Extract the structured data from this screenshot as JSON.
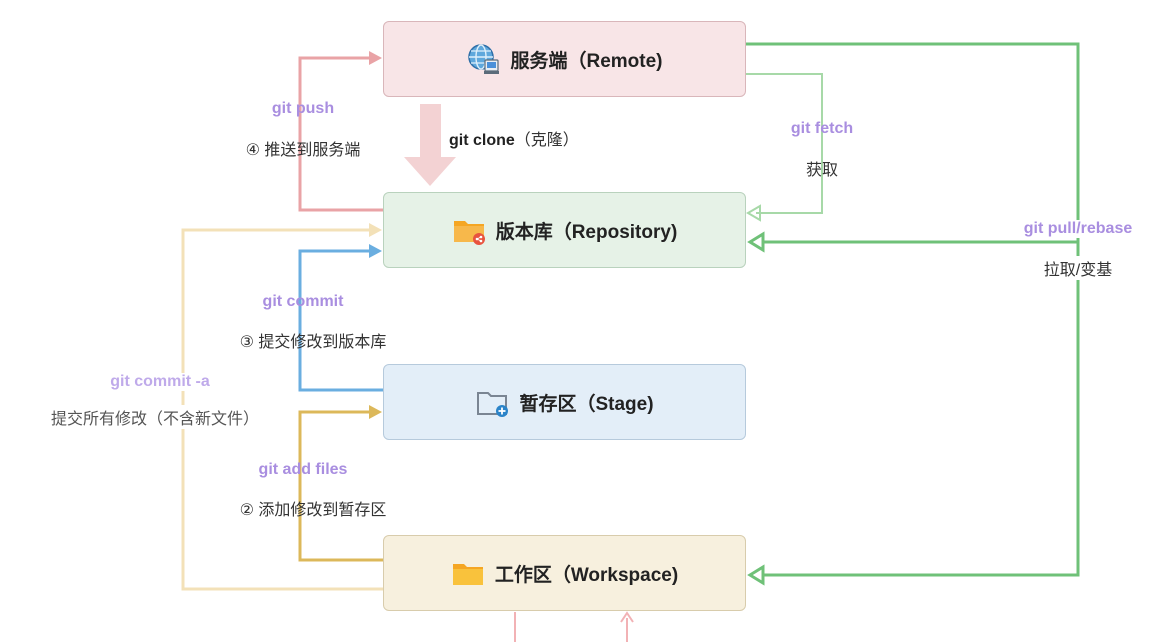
{
  "boxes": {
    "remote": {
      "label": "服务端（Remote)",
      "icon": "globe-server-icon"
    },
    "repository": {
      "label": "版本库（Repository)",
      "icon": "folder-share-icon"
    },
    "stage": {
      "label": "暂存区（Stage)",
      "icon": "folder-add-icon"
    },
    "workspace": {
      "label": "工作区（Workspace)",
      "icon": "folder-icon"
    }
  },
  "edges": {
    "push": {
      "cmd": "git push",
      "desc": "④ 推送到服务端"
    },
    "clone": {
      "cmd": "git clone",
      "desc": "（克隆）"
    },
    "fetch": {
      "cmd": "git fetch",
      "desc": "获取"
    },
    "pull": {
      "cmd": "git pull/rebase",
      "desc": "拉取/变基"
    },
    "commit": {
      "cmd": "git commit",
      "desc": "③ 提交修改到版本库"
    },
    "commit_a": {
      "cmd": "git commit -a",
      "desc": "提交所有修改（不含新文件）"
    },
    "add": {
      "cmd": "git add files",
      "desc": "② 添加修改到暂存区"
    }
  },
  "colors": {
    "push": "#e9a3a6",
    "clone": "#f3d2d3",
    "fetch": "#a7d9a8",
    "pull": "#6fc178",
    "commit": "#6aaee0",
    "commit_a": "#f3e1b8",
    "add": "#dcb85a",
    "bottom": "#f2b2b5"
  }
}
